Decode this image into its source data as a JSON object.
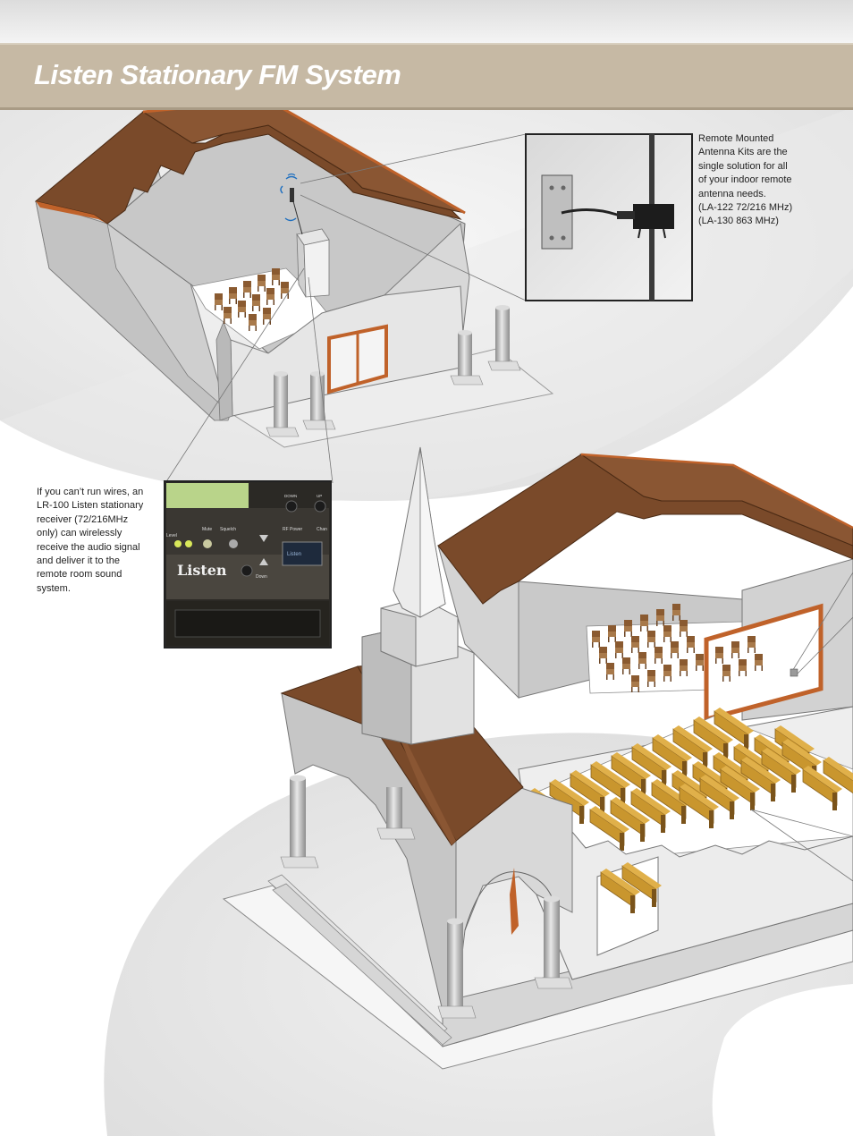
{
  "header": {
    "title": "Listen Stationary FM System"
  },
  "callouts": {
    "antenna": {
      "lines": [
        "Remote Mounted",
        "Antenna Kits are the",
        "single solution for all",
        "of your indoor remote",
        "antenna needs.",
        "(LA-122 72/216 MHz)",
        "(LA-130 863 MHz)"
      ]
    },
    "receiver": {
      "lines": [
        "If you can’t run wires, an",
        "LR-100 Listen stationary",
        "receiver (72/216MHz",
        "only) can wirelessly",
        "receive the audio signal",
        "and deliver it to the",
        "remote room sound",
        "system."
      ]
    }
  },
  "receiver_panel": {
    "brand": "Listen",
    "buttons": {
      "down_top": "DOWN",
      "up_top": "UP",
      "mute": "Mute",
      "squelch": "Squelch",
      "level": "Level",
      "rf_power": "RF Power",
      "channel": "Chan",
      "down_bottom": "Down"
    },
    "display_text": "Listen"
  },
  "colors": {
    "header_band": "#c6b9a4",
    "roof": "#7a4a2a",
    "wall": "#bdbdbd",
    "door_frame": "#c0622a",
    "pew": "#c9962e"
  }
}
